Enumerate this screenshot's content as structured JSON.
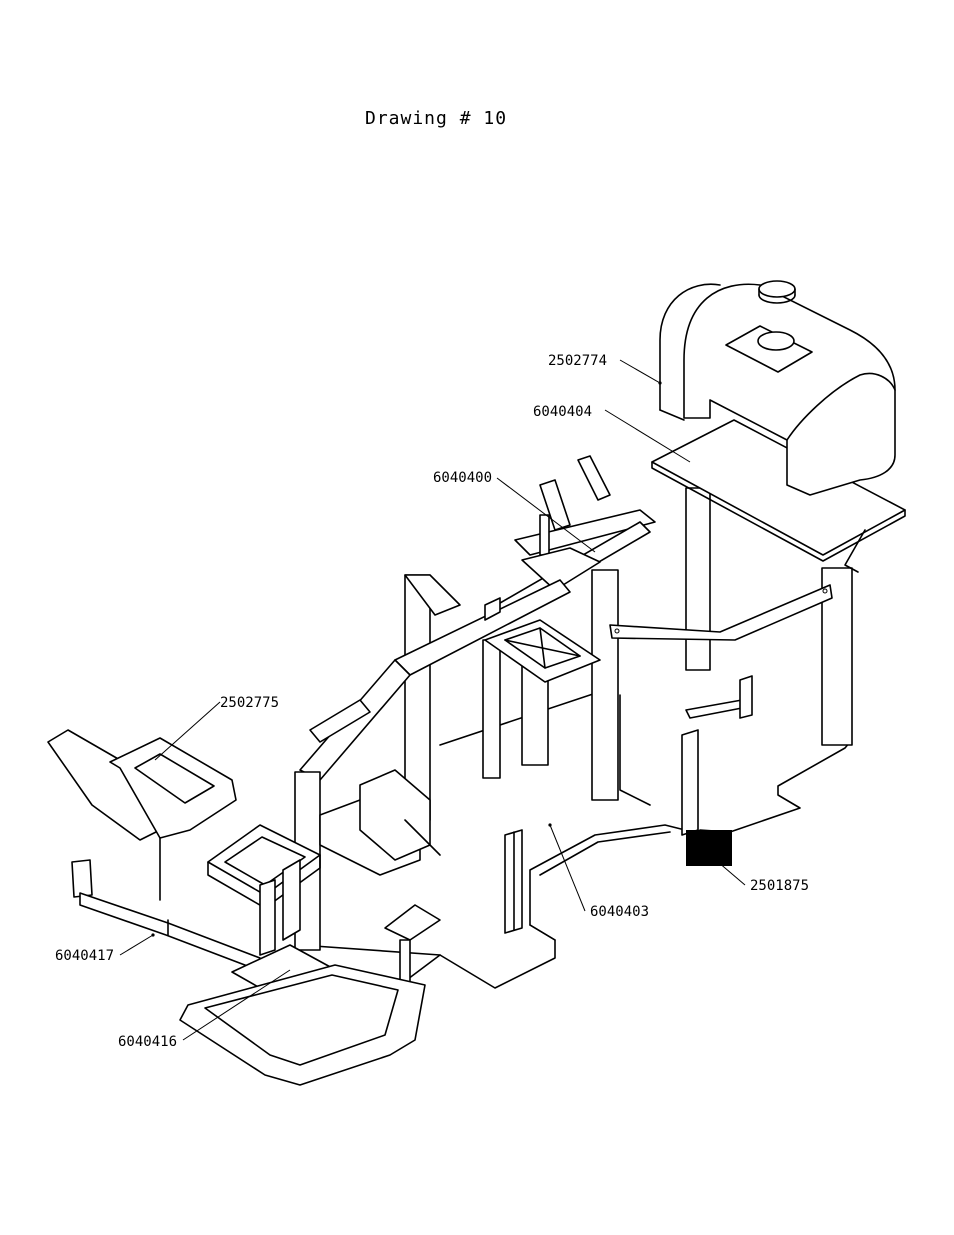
{
  "title": "Drawing # 10",
  "labels": {
    "tank": "2502774",
    "platform": "6040404",
    "crossbar": "6040400",
    "seat": "2502775",
    "base": "6040403",
    "brush": "2501875",
    "foot_rail": "6040417",
    "foot_plate": "6040416"
  }
}
